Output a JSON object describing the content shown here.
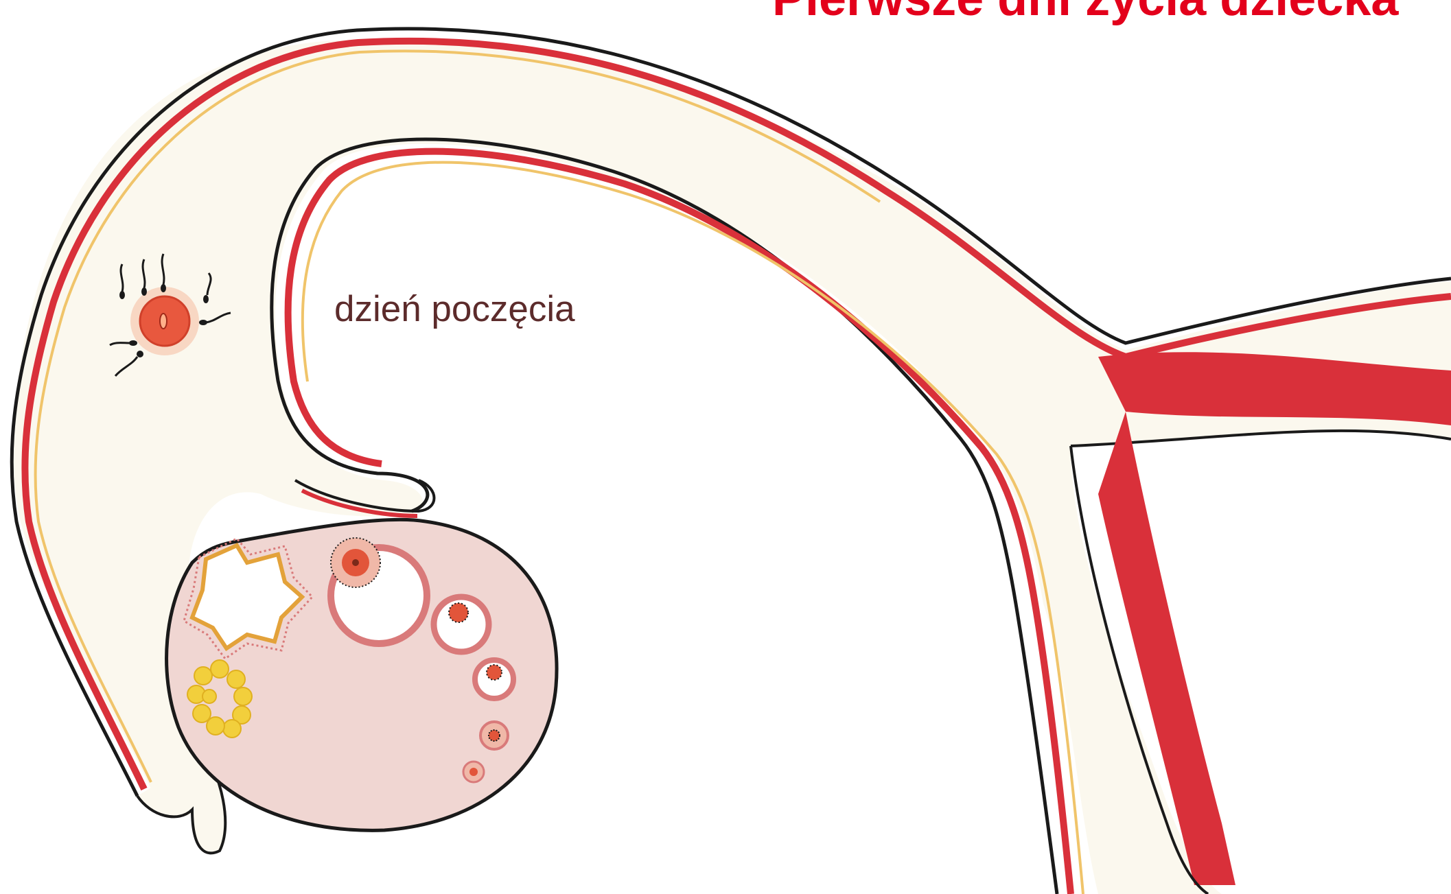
{
  "slide": {
    "title": "Pierwsze dni życia dziecka",
    "caption": "dzień poczęcia"
  },
  "illustration": {
    "subject": "uterine-tube-and-ovary",
    "colors": {
      "outline": "#1a1a1a",
      "wall_red": "#d9303a",
      "wall_yellow": "#f0c46a",
      "tube_fill": "#fbf8ee",
      "ovary_fill": "#f0d6d2",
      "follicle_ring": "#d97a7a",
      "egg_core": "#e2553a",
      "corpus_luteum": "#f2cf3c"
    }
  }
}
